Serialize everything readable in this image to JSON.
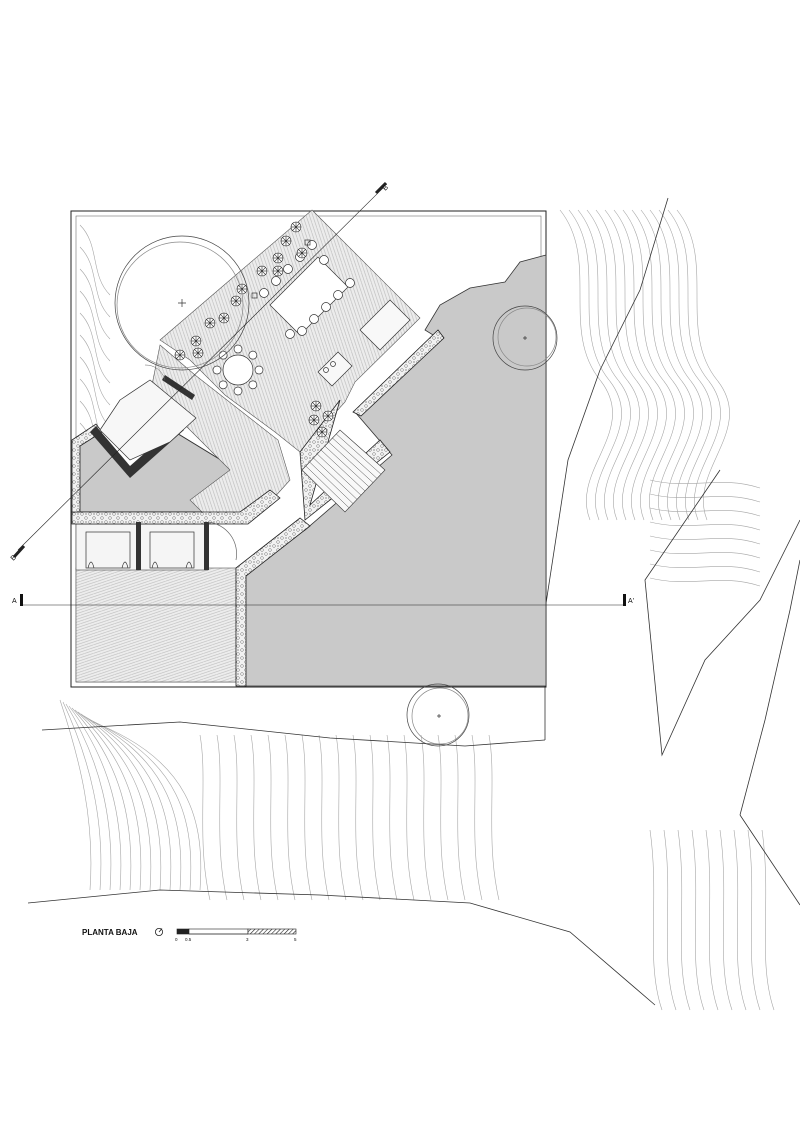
{
  "drawing": {
    "title": "PLANTA BAJA",
    "north_symbol": "north-arrow-icon"
  },
  "scale_bar": {
    "labels": [
      "0",
      "0.5",
      "3",
      "5"
    ]
  },
  "sections": {
    "a_start": "A",
    "a_end": "A'",
    "b_top": "B'",
    "b_bottom": "B"
  },
  "colors": {
    "line": "#222222",
    "contour": "#9a9a9a",
    "garden": "#c9c9c9",
    "wall": "#333333",
    "paving": "#e6e6e6"
  }
}
